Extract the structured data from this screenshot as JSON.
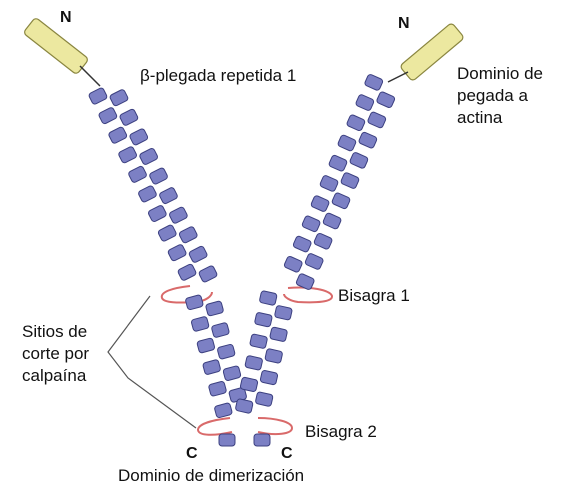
{
  "labels": {
    "n_left": "N",
    "n_right": "N",
    "beta_repeat": "β-plegada repetida 1",
    "actin_binding_1": "Dominio de",
    "actin_binding_2": "pegada a",
    "actin_binding_3": "actina",
    "hinge_1": "Bisagra 1",
    "hinge_2": "Bisagra 2",
    "calpain_1": "Sitios de",
    "calpain_2": "corte por",
    "calpain_3": "calpaína",
    "c_left": "C",
    "c_right": "C",
    "dimerization": "Dominio de dimerización"
  },
  "colors": {
    "domain_fill": "#7c80c4",
    "domain_stroke": "#3c4080",
    "actin_fill": "#ece8a0",
    "actin_stroke": "#8a8640",
    "hinge": "#d96a6a",
    "leader_line": "#555555"
  }
}
